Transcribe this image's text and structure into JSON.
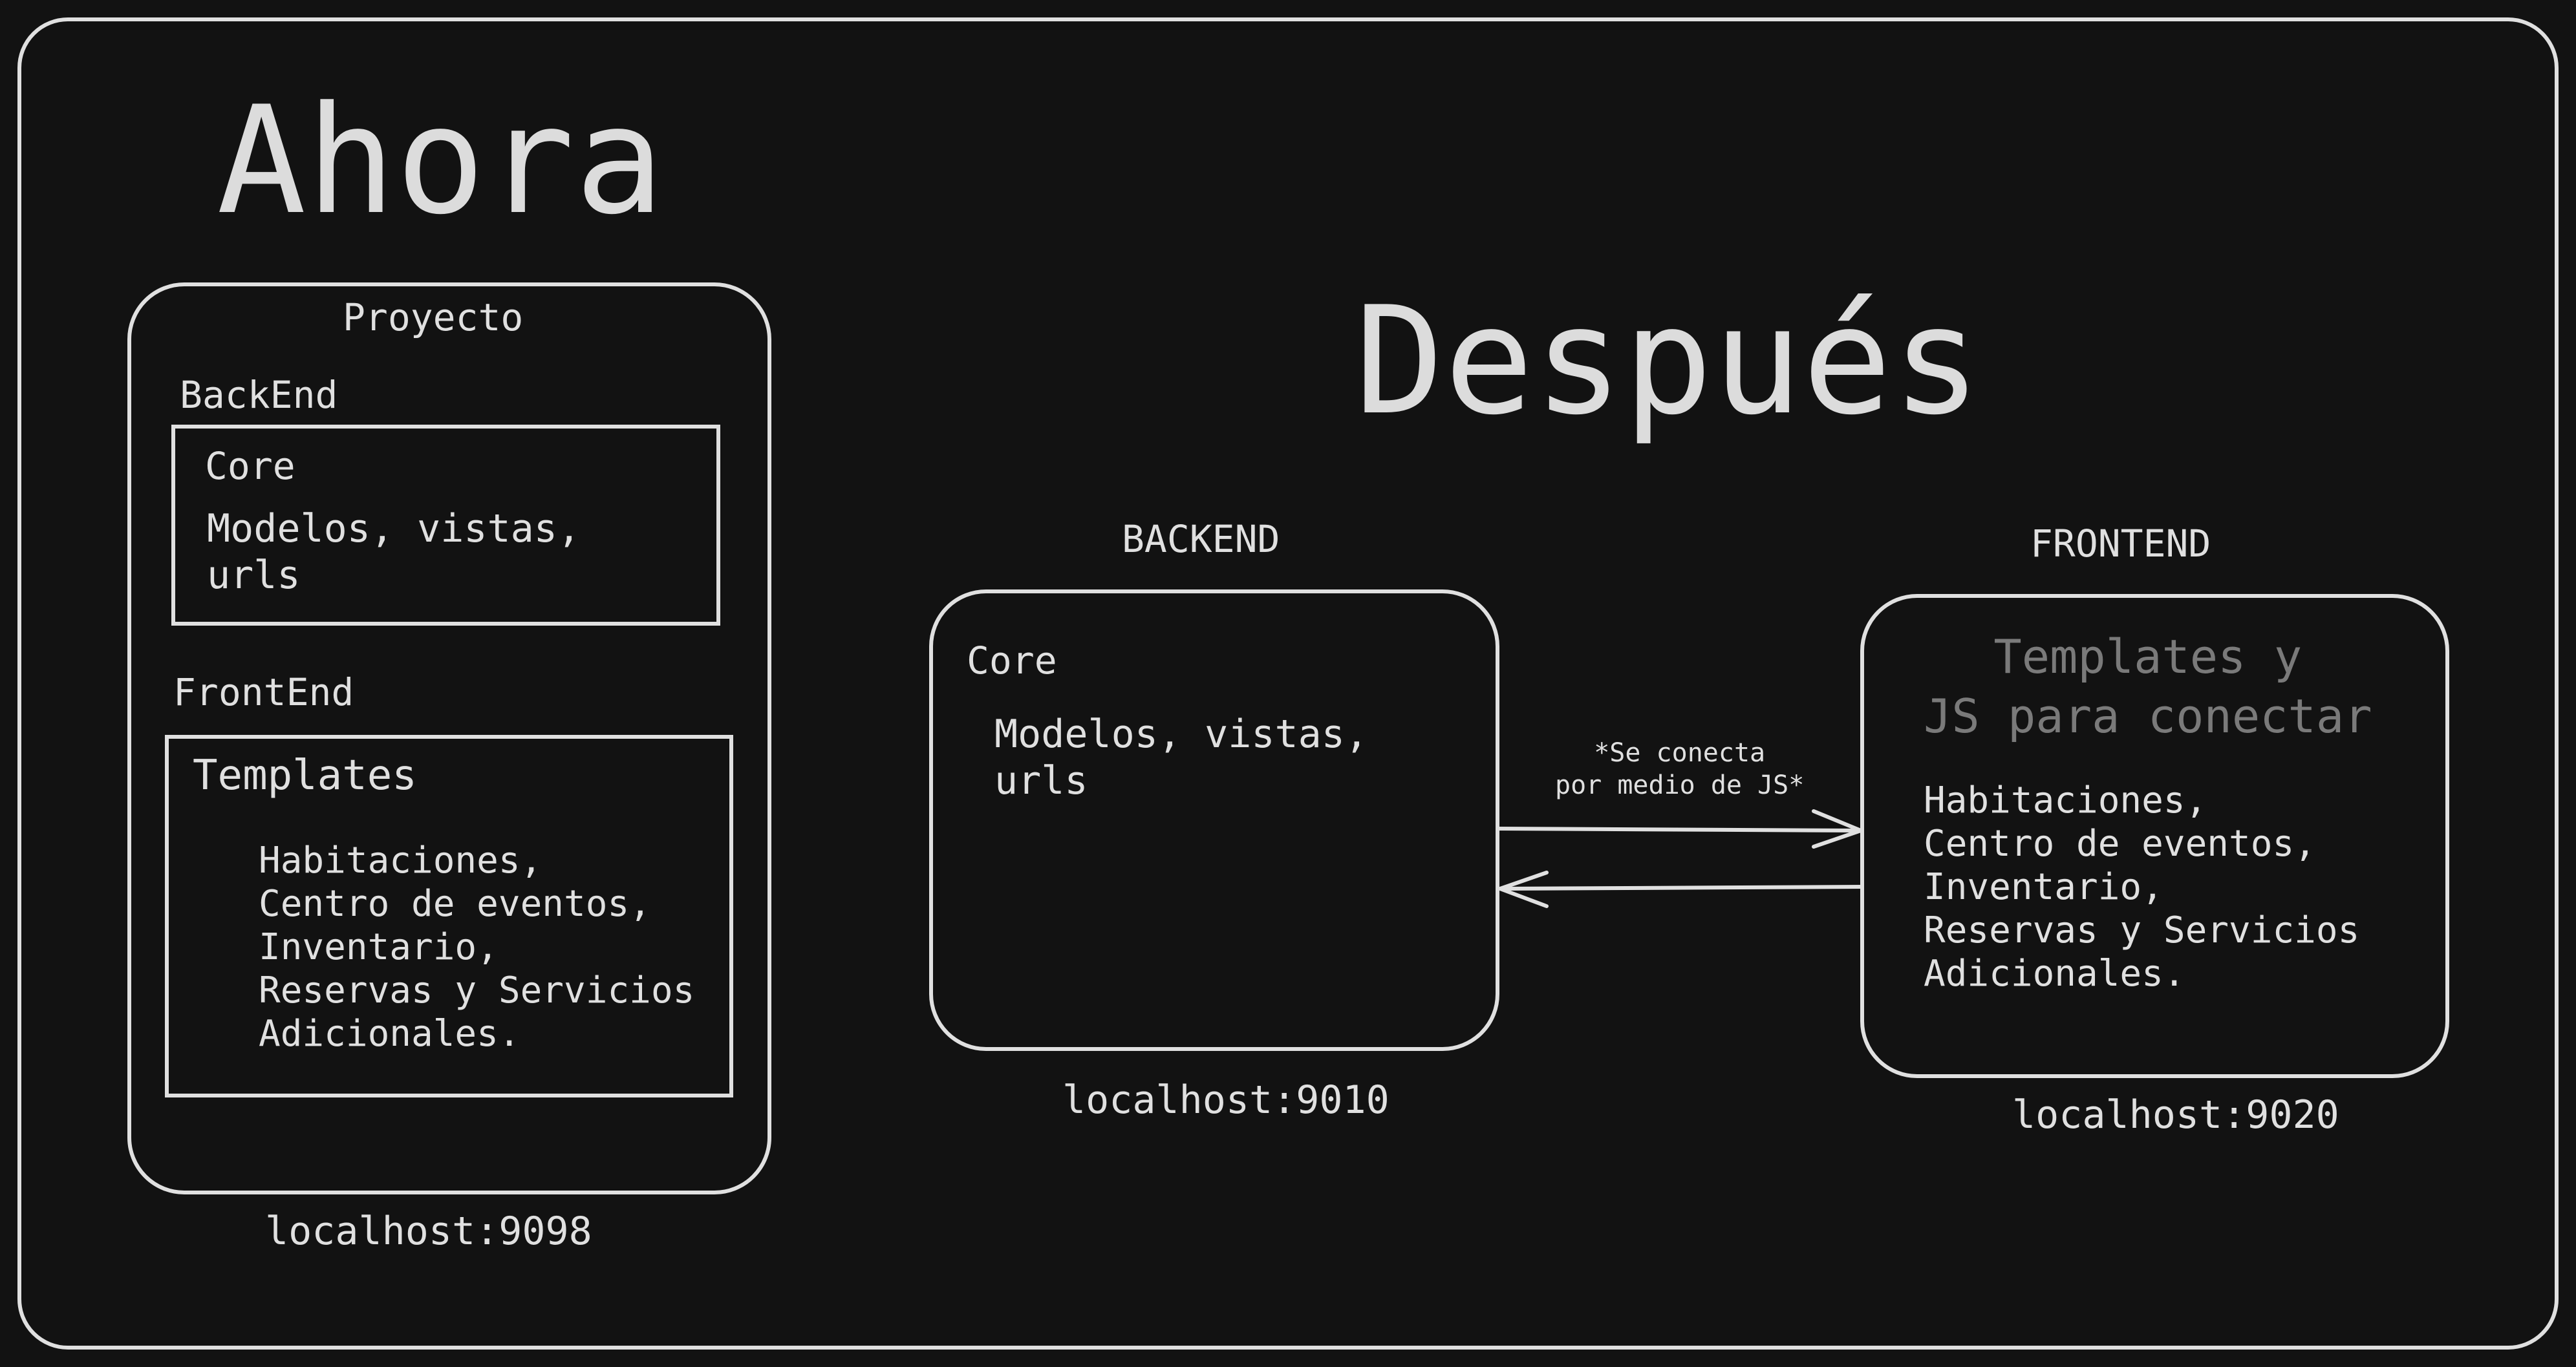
{
  "ahora": {
    "title": "Ahora",
    "project_label": "Proyecto",
    "backend_label": "BackEnd",
    "core_label": "Core",
    "core_text": "Modelos, vistas,\nurls",
    "frontend_label": "FrontEnd",
    "templates_label": "Templates",
    "templates_text": "Habitaciones,\nCentro de eventos,\nInventario,\nReservas y Servicios\nAdicionales.",
    "host": "localhost:9098"
  },
  "despues": {
    "title": "Después",
    "backend": {
      "heading": "BACKEND",
      "core_label": "Core",
      "core_text": "Modelos, vistas,\nurls",
      "host": "localhost:9010"
    },
    "frontend": {
      "heading": "FRONTEND",
      "title": "Templates y\nJS para conectar",
      "text": "Habitaciones,\nCentro de eventos,\nInventario,\nReservas y Servicios\nAdicionales.",
      "host": "localhost:9020"
    },
    "connection_note": "*Se conecta\npor medio de JS*"
  },
  "colors": {
    "background": "#121212",
    "stroke": "#e0e0e0",
    "text": "#e0e0e0",
    "muted_text": "#7a7a7a"
  }
}
